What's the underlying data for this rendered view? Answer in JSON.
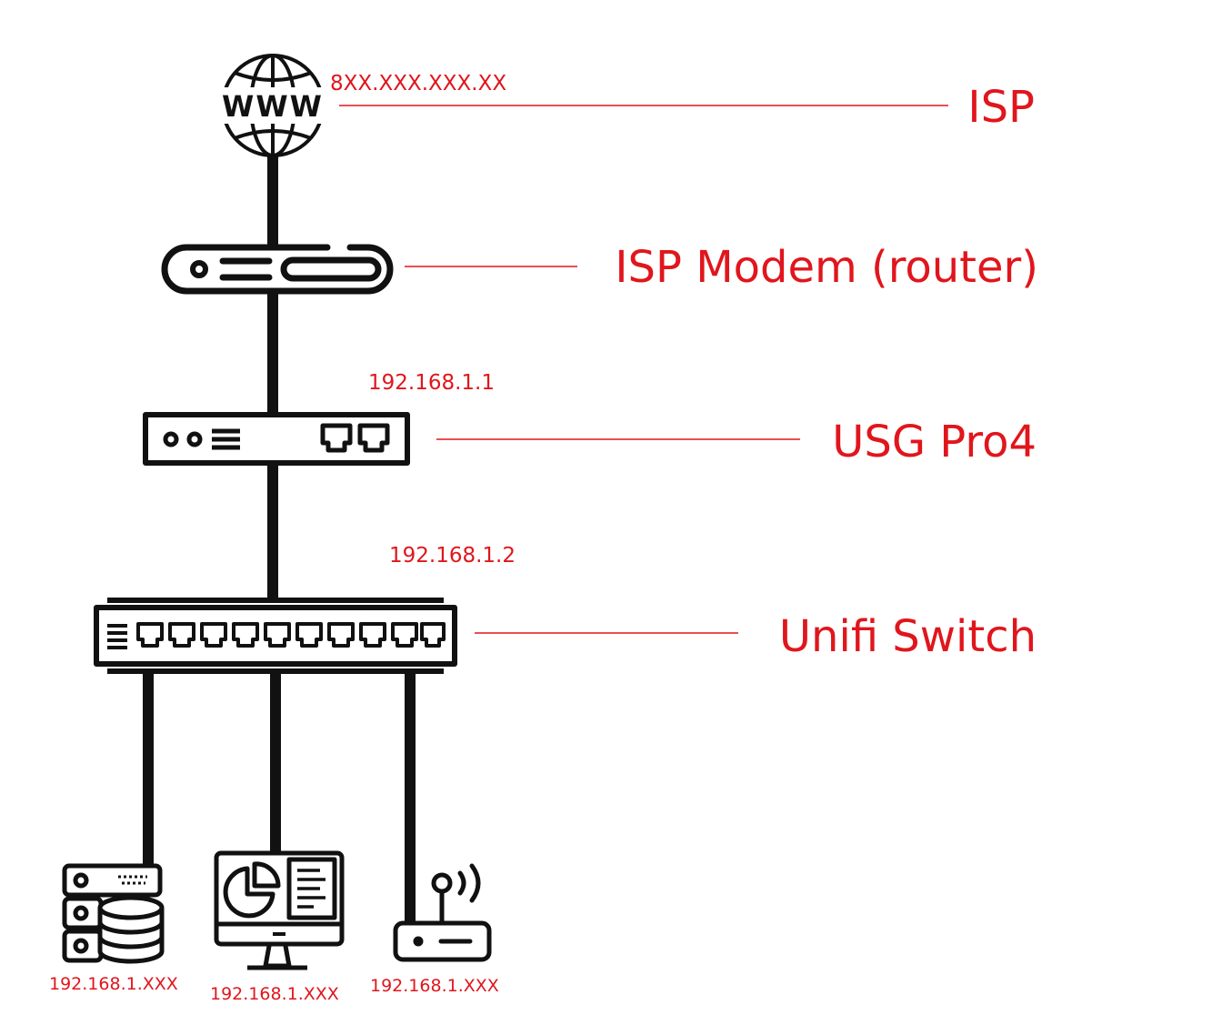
{
  "colors": {
    "accent": "#e0161c",
    "ink": "#111111",
    "background": "#ffffff"
  },
  "labels": {
    "isp": "ISP",
    "isp_modem": "ISP Modem (router)",
    "usg": "USG Pro4",
    "switch": "Unifi Switch"
  },
  "ips": {
    "public": "8XX.XXX.XXX.XX",
    "usg": "192.168.1.1",
    "switch": "192.168.1.2",
    "server": "192.168.1.XXX",
    "workstation": "192.168.1.XXX",
    "access_point": "192.168.1.XXX"
  },
  "icons": {
    "isp": "globe-www-icon",
    "modem": "modem-icon",
    "usg": "gateway-icon",
    "switch": "network-switch-icon",
    "server": "database-server-icon",
    "workstation": "monitor-dashboard-icon",
    "access_point": "wireless-router-icon"
  },
  "globe_text": "WWW"
}
